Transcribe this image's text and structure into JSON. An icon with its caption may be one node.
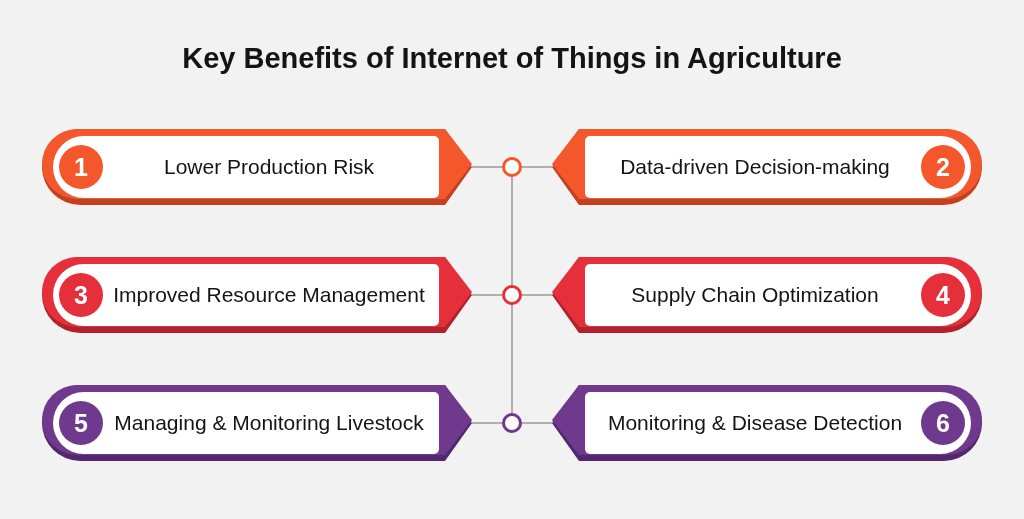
{
  "diagram": {
    "title": "Key Benefits of Internet of Things in Agriculture",
    "nodes": [
      {
        "text": [
          "1",
          "Lower Production Risk"
        ]
      },
      {
        "text": [
          "Data-driven Decision-making",
          "2"
        ]
      },
      {
        "text": [
          "3",
          "Improved Resource Management"
        ]
      },
      {
        "text": [
          "Supply Chain Optimization",
          "4"
        ]
      },
      {
        "text": [
          "5",
          "Managing & Monitoring Livestock"
        ]
      },
      {
        "text": [
          "Monitoring & Disease Detection",
          "6"
        ]
      },
      {
        "text": [],
        "shape": "circle"
      },
      {
        "text": [],
        "shape": "circle"
      },
      {
        "text": [],
        "shape": "circle"
      }
    ],
    "edges": [
      {
        "from": 0,
        "to": 6,
        "arrow": "none"
      },
      {
        "from": 6,
        "to": 1,
        "arrow": "none"
      },
      {
        "from": 2,
        "to": 7,
        "arrow": "none"
      },
      {
        "from": 7,
        "to": 3,
        "arrow": "none"
      },
      {
        "from": 4,
        "to": 8,
        "arrow": "none"
      },
      {
        "from": 8,
        "to": 5,
        "arrow": "none"
      },
      {
        "from": 6,
        "to": 7,
        "arrow": "none"
      },
      {
        "from": 7,
        "to": 8,
        "arrow": "none"
      }
    ]
  }
}
